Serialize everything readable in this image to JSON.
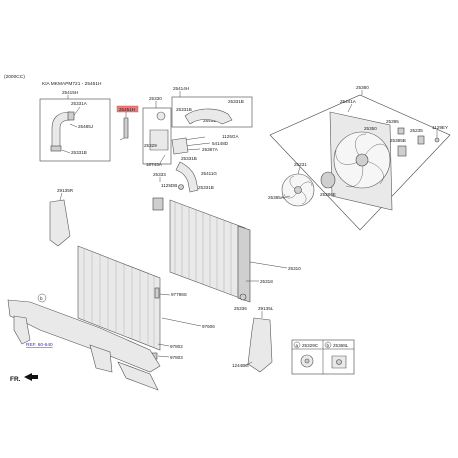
{
  "header": {
    "engine": "(2000CC)",
    "kit": "KIA MKMAPM721 - 25451H"
  },
  "labels": {
    "p25415H": "25415H",
    "p25331A": "25331A",
    "p25331A_b": "25331A",
    "p25331B": "25331B",
    "p25331B_b": "25331B",
    "p25331B_c": "25331B",
    "p25331B_d": "25331B",
    "p25331B_e": "25331B",
    "p25485J": "25485J",
    "p25451H": "25451H",
    "p25330": "25330",
    "p25414H": "25414H",
    "p25411A": "25411A",
    "p1125GA": "1125GA",
    "p54148D": "54148D",
    "p25387A": "25387A",
    "p25329": "25329",
    "p18743A": "18743A",
    "p25333": "25333",
    "p11250B": "1125DB",
    "p25411G": "25411G",
    "p29135R": "29135R",
    "p97798S": "97798S",
    "p97606": "97606",
    "p97802": "97802",
    "p97803": "97803",
    "p25310": "25310",
    "p25318": "25318",
    "p25336": "25336",
    "p29135L": "29135L",
    "p1244BG": "1244BG",
    "p25380": "25380",
    "p25441A": "25441A",
    "p25350": "25350",
    "p25395": "25395",
    "p25235": "25235",
    "p1129EY": "1129EY",
    "p25385B": "25385B",
    "p25231": "25231",
    "p25385A": "25385A",
    "p25386E": "25386E",
    "ref": "REF. 60-640",
    "fr": "FR.",
    "callout_b": "b",
    "callout_a": "a"
  },
  "legend": {
    "a_marker": "a",
    "a_code": "25329C",
    "b_marker": "b",
    "b_code": "25368L"
  },
  "colors": {
    "highlight": "#f07a7a",
    "ref_link": "#3a2fb3"
  }
}
